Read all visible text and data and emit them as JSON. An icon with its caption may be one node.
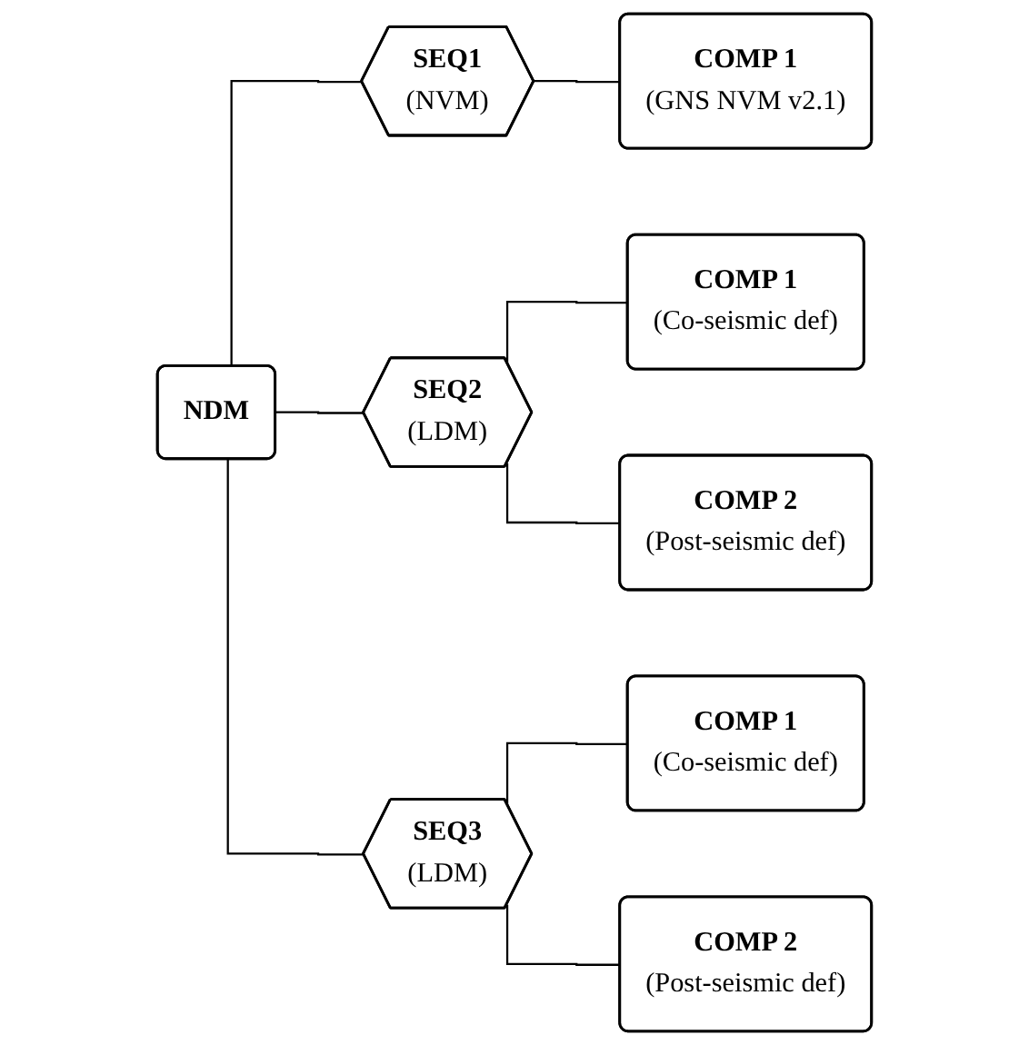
{
  "diagram": {
    "nodes": [
      {
        "text": [
          "NDM"
        ]
      },
      {
        "text": [
          "SEQ1",
          "(NVM)"
        ]
      },
      {
        "text": [
          "COMP 1",
          "(GNS NVM v2.1)"
        ]
      },
      {
        "text": [
          "SEQ2",
          "(LDM)"
        ]
      },
      {
        "text": [
          "COMP 1",
          "(Co-seismic def)"
        ]
      },
      {
        "text": [
          "COMP 2",
          "(Post-seismic def)"
        ]
      },
      {
        "text": [
          "SEQ3",
          "(LDM)"
        ]
      },
      {
        "text": [
          "COMP 1",
          "(Co-seismic def)"
        ]
      },
      {
        "text": [
          "COMP 2",
          "(Post-seismic def)"
        ]
      }
    ],
    "edges": [
      {
        "from": 0,
        "to": 1,
        "arrow": "none"
      },
      {
        "from": 0,
        "to": 3,
        "arrow": "none"
      },
      {
        "from": 0,
        "to": 6,
        "arrow": "none"
      },
      {
        "from": 1,
        "to": 2,
        "arrow": "none"
      },
      {
        "from": 3,
        "to": 4,
        "arrow": "none"
      },
      {
        "from": 3,
        "to": 5,
        "arrow": "none"
      },
      {
        "from": 6,
        "to": 7,
        "arrow": "none"
      },
      {
        "from": 6,
        "to": 8,
        "arrow": "none"
      }
    ]
  }
}
